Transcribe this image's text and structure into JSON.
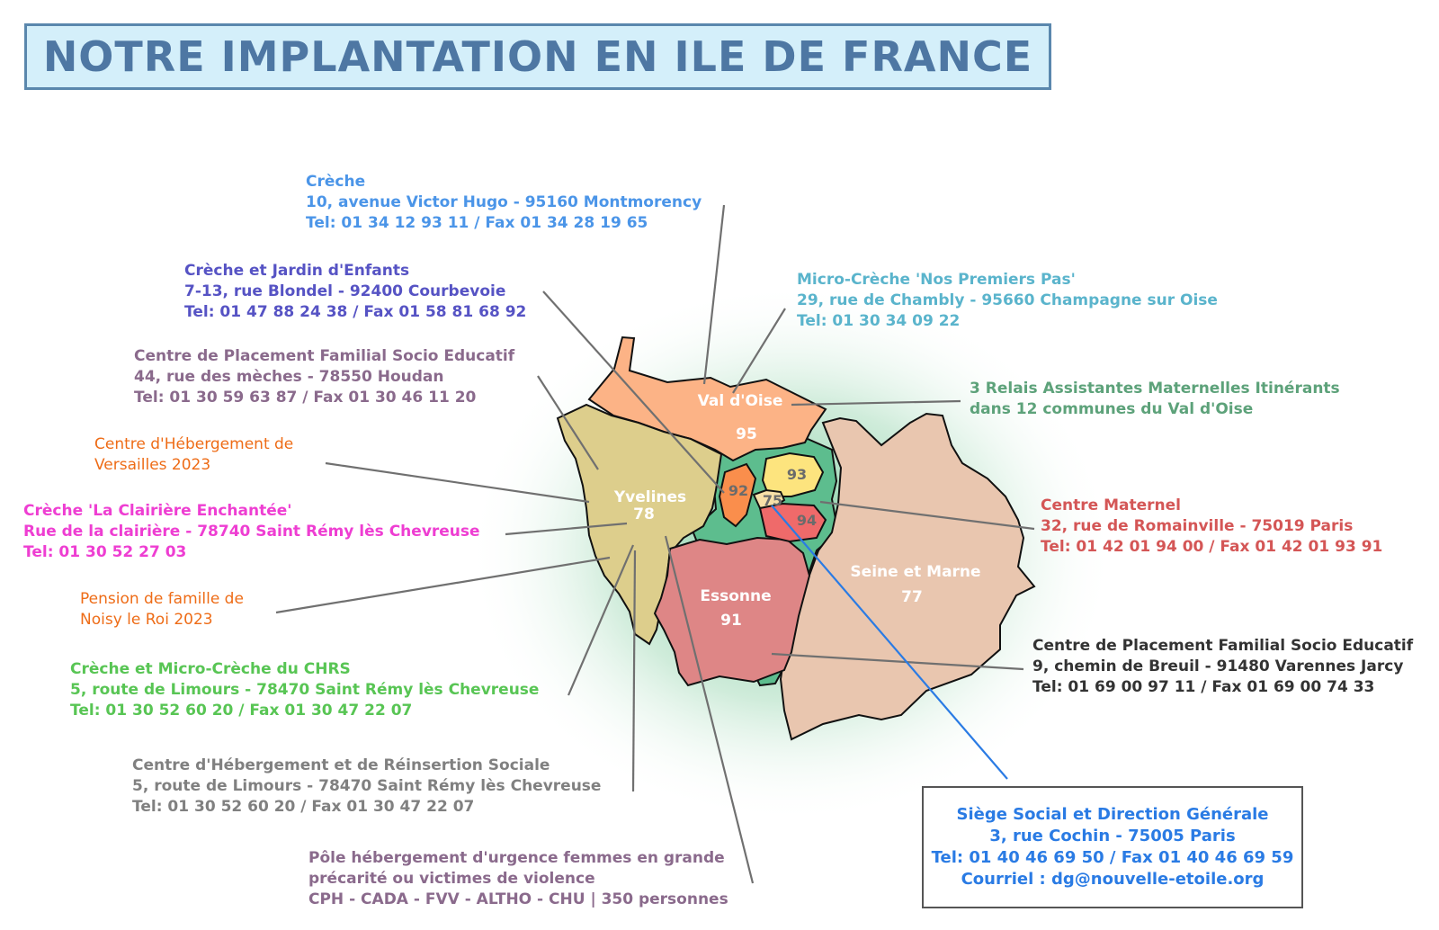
{
  "title": "NOTRE IMPLANTATION EN ILE DE FRANCE",
  "colors": {
    "blue": "#4b95e8",
    "indigo": "#5653c4",
    "mauve": "#8a6a8c",
    "orange": "#ee6c17",
    "pink": "#ee3ed2",
    "green": "#58c554",
    "gray": "#808080",
    "teal": "#5ab4cc",
    "seagreen": "#5da27a",
    "red": "#d45656",
    "dark": "#333333",
    "hq": "#2a7be4"
  },
  "departments": [
    {
      "name": "Val d'Oise",
      "number": "95"
    },
    {
      "name": "Yvelines",
      "number": "78"
    },
    {
      "name": "Essonne",
      "number": "91"
    },
    {
      "name": "Seine et Marne",
      "number": "77"
    },
    {
      "name": "",
      "number": "93"
    },
    {
      "name": "",
      "number": "92"
    },
    {
      "name": "",
      "number": "75"
    },
    {
      "name": "",
      "number": "94"
    }
  ],
  "labels": {
    "creche_montmorency": {
      "lines": [
        "Crèche",
        "10, avenue Victor Hugo - 95160 Montmorency",
        "Tel: 01 34 12 93 11 / Fax 01 34 28 19 65"
      ]
    },
    "creche_courbevoie": {
      "lines": [
        "Crèche et Jardin d'Enfants",
        "7-13, rue Blondel - 92400 Courbevoie",
        "Tel: 01 47 88 24 38 / Fax 01 58 81 68 92"
      ]
    },
    "cpfse_houdan": {
      "lines": [
        "Centre de Placement Familial Socio Educatif",
        "44, rue des mèches - 78550 Houdan",
        "Tel: 01 30 59 63 87 / Fax 01 30 46 11 20"
      ]
    },
    "ch_versailles": {
      "lines": [
        "Centre d'Hébergement de",
        "Versailles 2023"
      ]
    },
    "creche_clairiere": {
      "lines": [
        "Crèche 'La Clairière Enchantée'",
        "Rue de la clairière - 78740 Saint Rémy lès Chevreuse",
        "Tel: 01 30 52 27 03"
      ]
    },
    "pension_noisy": {
      "lines": [
        "Pension de famille de",
        "Noisy le Roi 2023"
      ]
    },
    "creche_chrs": {
      "lines": [
        "Crèche et Micro-Crèche du CHRS",
        "5, route de Limours - 78470 Saint Rémy lès Chevreuse",
        "Tel: 01 30 52 60 20 / Fax 01 30 47 22 07"
      ]
    },
    "chrs": {
      "lines": [
        "Centre d'Hébergement et de Réinsertion Sociale",
        "5, route de Limours - 78470 Saint Rémy lès Chevreuse",
        "Tel: 01 30 52 60 20 / Fax 01 30 47 22 07"
      ]
    },
    "pole_urgence": {
      "lines": [
        "Pôle hébergement d'urgence femmes en grande",
        "précarité ou victimes de violence",
        "CPH - CADA - FVV - ALTHO - CHU | 350 personnes"
      ]
    },
    "micro_creche": {
      "lines": [
        "Micro-Crèche 'Nos Premiers Pas'",
        "29, rue de Chambly - 95660 Champagne sur Oise",
        "Tel: 01 30 34 09 22"
      ]
    },
    "relais": {
      "lines": [
        "3 Relais Assistantes Maternelles Itinérants",
        "dans 12 communes du Val d'Oise"
      ]
    },
    "centre_maternel": {
      "lines": [
        "Centre Maternel",
        "32, rue de Romainville - 75019 Paris",
        "Tel: 01 42 01 94 00 / Fax 01 42 01 93 91"
      ]
    },
    "cpfse_varennes": {
      "lines": [
        "Centre de Placement Familial Socio Educatif",
        "9, chemin de Breuil - 91480 Varennes Jarcy",
        "Tel: 01 69 00 97 11 / Fax 01 69 00 74 33"
      ]
    },
    "siege": {
      "lines": [
        "Siège Social et Direction Générale",
        "3, rue Cochin - 75005 Paris",
        "Tel: 01 40 46 69 50 / Fax 01 40 46 69 59",
        "Courriel : dg@nouvelle-etoile.org"
      ]
    }
  }
}
